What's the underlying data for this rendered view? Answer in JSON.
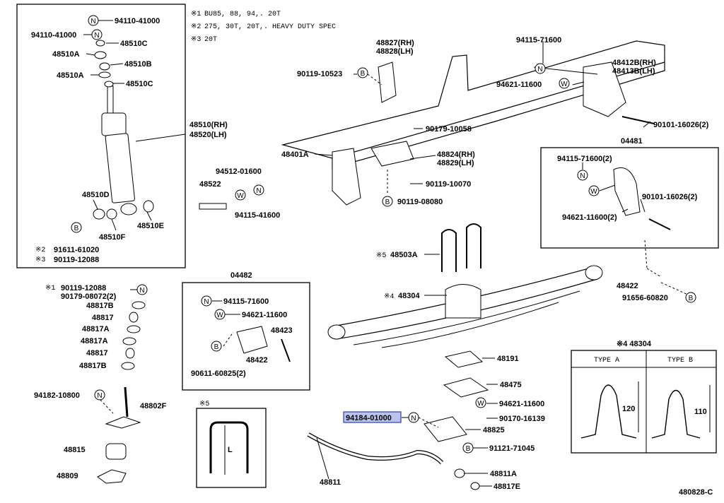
{
  "notes": [
    {
      "mark": "※1",
      "text": "BU85, 88, 94,. 20T"
    },
    {
      "mark": "※2",
      "text": "275, 30T, 20T,. HEAVY DUTY SPEC"
    },
    {
      "mark": "※3",
      "text": "20T"
    }
  ],
  "figure_id": "480828-C",
  "markers": {
    "N": "N",
    "W": "W",
    "B": "B"
  },
  "shock_box": {
    "labels": [
      "94110-41000",
      "94110-41000",
      "48510C",
      "48510A",
      "48510B",
      "48510A",
      "48510C",
      "48510(RH)",
      "48520(LH)",
      "48510D",
      "48510E",
      "48510F",
      "91611-61020",
      "90119-12088"
    ],
    "marks": [
      "※2",
      "※3"
    ]
  },
  "bracket_box": {
    "title": "04482",
    "labels": [
      "94115-71600",
      "94621-11600",
      "48423",
      "48422",
      "90611-60825(2)"
    ]
  },
  "shackle_box": {
    "title": "04481",
    "labels": [
      "94115-71600(2)",
      "90101-16026(2)",
      "94621-11600(2)"
    ]
  },
  "ubolt_box": {
    "title": "※5",
    "dim": "L"
  },
  "type_box": {
    "title": "※4 48304",
    "type_a": "TYPE A",
    "type_b": "TYPE B",
    "dim_a": "120",
    "dim_b": "110"
  },
  "left_parts": [
    "90119-12088",
    "90179-08072(2)",
    "48817B",
    "48817",
    "48817A",
    "48817A",
    "48817",
    "48817B",
    "94182-10800",
    "48802F",
    "48815",
    "48809"
  ],
  "left_mark": "※1",
  "center_parts": [
    "48827(RH)",
    "48828(LH)",
    "90119-10523",
    "94115-71600",
    "48412B(RH)",
    "48413B(LH)",
    "94621-11600",
    "90101-16026(2)",
    "90179-10058",
    "48401A",
    "48824(RH)",
    "48829(LH)",
    "94512-01600",
    "48522",
    "90119-10070",
    "94115-41600",
    "90119-08080",
    "48503A",
    "48304",
    "48422",
    "91656-60820",
    "48191",
    "48475",
    "94621-11600",
    "90170-16139",
    "48825",
    "91121-71045",
    "48811A",
    "48817E",
    "48811"
  ],
  "center_marks": {
    "ubolt": "※5",
    "spring": "※4"
  },
  "highlight_part": "94184-01000"
}
